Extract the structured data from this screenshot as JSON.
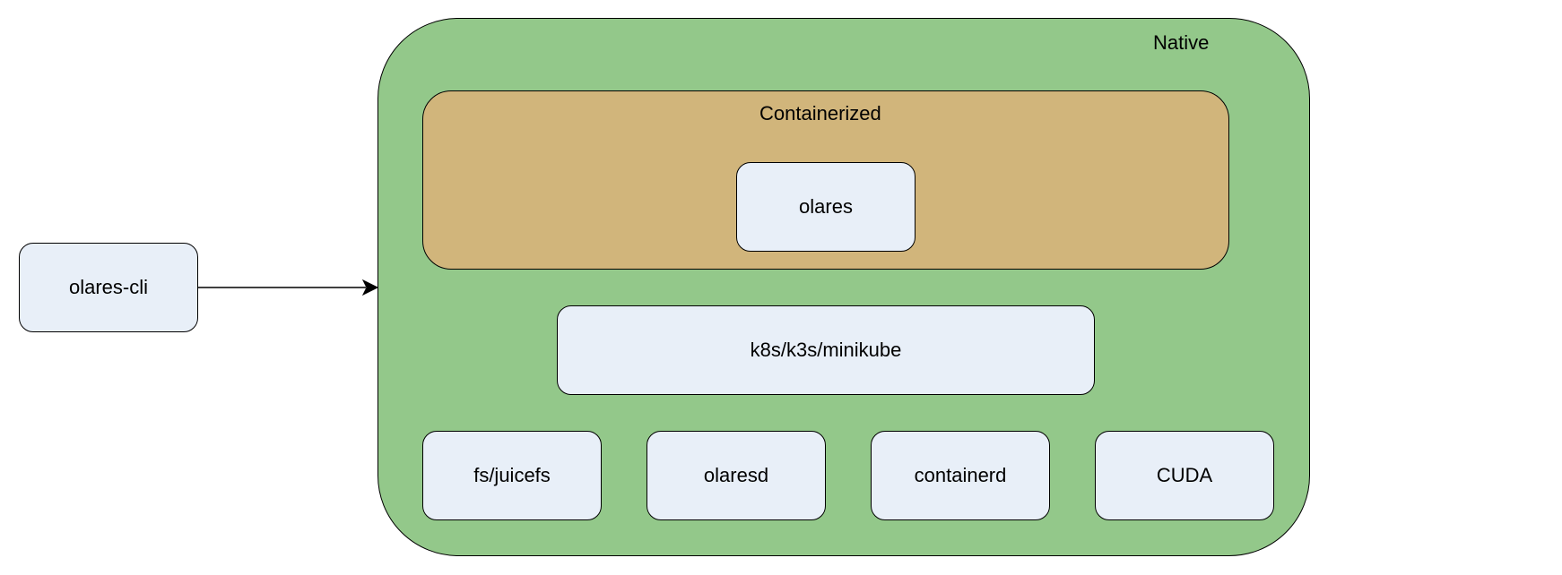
{
  "colors": {
    "native_fill": "#93c88a",
    "containerized_fill": "#d1b57b",
    "node_fill": "#e8eff8",
    "stroke": "#000000"
  },
  "groups": {
    "native": {
      "label": "Native"
    },
    "containerized": {
      "label": "Containerized"
    }
  },
  "nodes": {
    "cli": "olares-cli",
    "olares": "olares",
    "k8s": "k8s/k3s/minikube",
    "juicefs": "fs/juicefs",
    "olaresd": "olaresd",
    "containerd": "containerd",
    "cuda": "CUDA"
  },
  "edges": [
    {
      "from": "olares-cli",
      "to": "Native"
    }
  ]
}
